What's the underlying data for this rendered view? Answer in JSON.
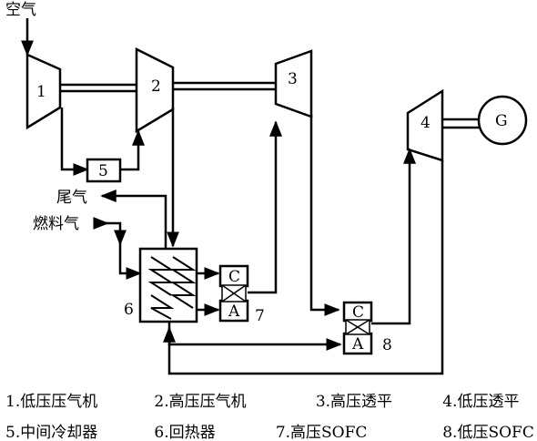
{
  "inputs": {
    "air": "空气",
    "exhaust": "尾气",
    "fuel": "燃料气"
  },
  "components": {
    "c1": "1",
    "c2": "2",
    "c3": "3",
    "c4": "4",
    "c5": "5",
    "c6": "6",
    "c7": "7",
    "c8": "8",
    "generator": "G"
  },
  "sofc_labels": {
    "cathode": "C",
    "anode": "A"
  },
  "legend": {
    "row1": [
      "1.低压压气机",
      "2.高压压气机",
      "3.高压透平",
      "4.低压透平"
    ],
    "row2": [
      "5.中间冷却器",
      "6.回热器",
      "7.高压SOFC",
      "8.低压SOFC"
    ]
  }
}
